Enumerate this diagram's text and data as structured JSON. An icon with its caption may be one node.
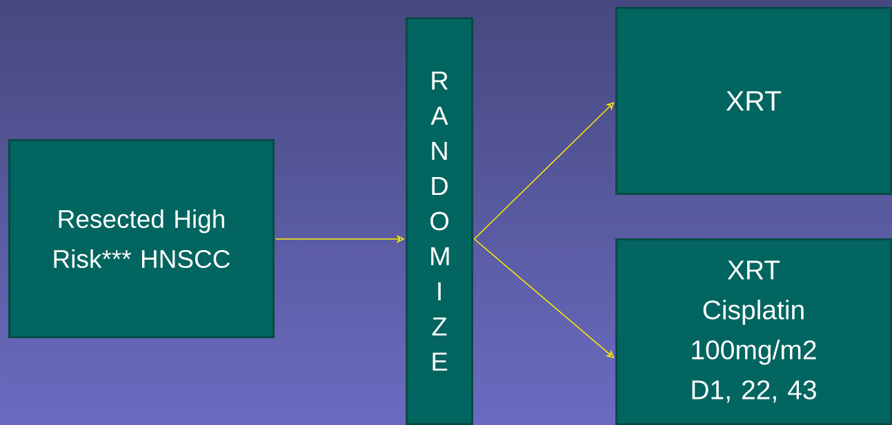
{
  "diagram": {
    "nodes": [
      {
        "text": [
          "Resected High Risk*** HNSCC"
        ]
      },
      {
        "text": [
          "R A N D O M I Z E"
        ]
      },
      {
        "text": [
          "XRT"
        ]
      },
      {
        "text": [
          "XRT",
          "Cisplatin",
          "100mg/m2",
          "D1, 22, 43"
        ]
      }
    ],
    "edges": [
      {
        "from": 0,
        "to": 1,
        "arrow": "to"
      },
      {
        "from": 1,
        "to": 2,
        "arrow": "to"
      },
      {
        "from": 1,
        "to": 3,
        "arrow": "to"
      }
    ]
  }
}
